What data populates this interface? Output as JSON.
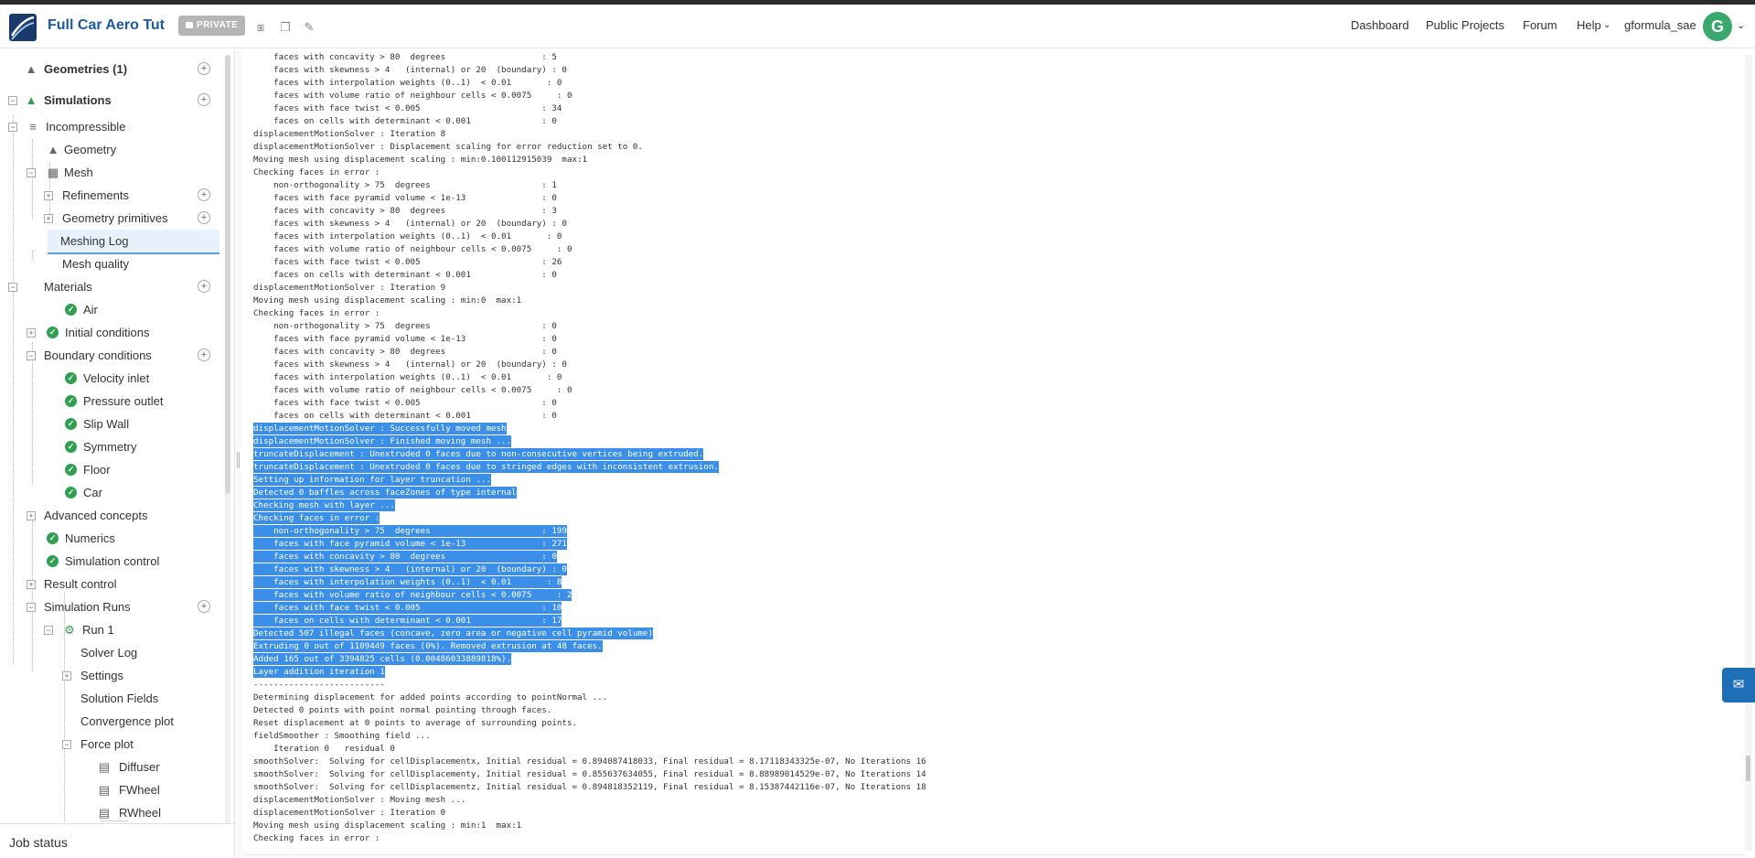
{
  "header": {
    "project_title": "Full Car Aero Tut",
    "privacy_badge": "PRIVATE",
    "nav": [
      "Dashboard",
      "Public Projects",
      "Forum",
      "Help"
    ],
    "username": "gformula_sae",
    "avatar_letter": "G",
    "avatar_color": "#3aa76d"
  },
  "sidebar": {
    "geometries": "Geometries (1)",
    "simulations": "Simulations",
    "incompressible": "Incompressible",
    "geometry": "Geometry",
    "mesh": "Mesh",
    "refinements": "Refinements",
    "geometry_primitives": "Geometry primitives",
    "meshing_log": "Meshing Log",
    "mesh_quality": "Mesh quality",
    "materials": "Materials",
    "air": "Air",
    "initial_conditions": "Initial conditions",
    "boundary_conditions": "Boundary conditions",
    "velocity_inlet": "Velocity inlet",
    "pressure_outlet": "Pressure outlet",
    "slip_wall": "Slip Wall",
    "symmetry": "Symmetry",
    "floor": "Floor",
    "car": "Car",
    "advanced_concepts": "Advanced concepts",
    "numerics": "Numerics",
    "simulation_control": "Simulation control",
    "result_control": "Result control",
    "simulation_runs": "Simulation Runs",
    "run1": "Run 1",
    "solver_log": "Solver Log",
    "settings": "Settings",
    "solution_fields": "Solution Fields",
    "convergence_plot": "Convergence plot",
    "force_plot": "Force plot",
    "diffuser": "Diffuser",
    "fwheel": "FWheel",
    "rwheel": "RWheel"
  },
  "job_status": "Job status",
  "log_lines": [
    "    faces with concavity > 80  degrees                   : 5",
    "    faces with skewness > 4   (internal) or 20  (boundary) : 0",
    "    faces with interpolation weights (0..1)  < 0.01       : 0",
    "    faces with volume ratio of neighbour cells < 0.0075     : 0",
    "    faces with face twist < 0.005                        : 34",
    "    faces on cells with determinant < 0.001              : 0",
    "displacementMotionSolver : Iteration 8",
    "displacementMotionSolver : Displacement scaling for error reduction set to 0.",
    "Moving mesh using displacement scaling : min:0.100112915039  max:1",
    "Checking faces in error :",
    "    non-orthogonality > 75  degrees                      : 1",
    "    faces with face pyramid volume < 1e-13               : 0",
    "    faces with concavity > 80  degrees                   : 3",
    "    faces with skewness > 4   (internal) or 20  (boundary) : 0",
    "    faces with interpolation weights (0..1)  < 0.01       : 0",
    "    faces with volume ratio of neighbour cells < 0.0075     : 0",
    "    faces with face twist < 0.005                        : 26",
    "    faces on cells with determinant < 0.001              : 0",
    "displacementMotionSolver : Iteration 9",
    "Moving mesh using displacement scaling : min:0  max:1",
    "Checking faces in error :",
    "    non-orthogonality > 75  degrees                      : 0",
    "    faces with face pyramid volume < 1e-13               : 0",
    "    faces with concavity > 80  degrees                   : 0",
    "    faces with skewness > 4   (internal) or 20  (boundary) : 0",
    "    faces with interpolation weights (0..1)  < 0.01       : 0",
    "    faces with volume ratio of neighbour cells < 0.0075     : 0",
    "    faces with face twist < 0.005                        : 0",
    "    faces on cells with determinant < 0.001              : 0",
    "displacementMotionSolver : Successfully moved mesh",
    "displacementMotionSolver : Finished moving mesh ...",
    "truncateDisplacement : Unextruded 0 faces due to non-consecutive vertices being extruded.",
    "truncateDisplacement : Unextruded 0 faces due to stringed edges with inconsistent extrusion.",
    "Setting up information for layer truncation ...",
    "Detected 0 baffles across faceZones of type internal",
    "Checking mesh with layer ...",
    "Checking faces in error :",
    "    non-orthogonality > 75  degrees                      : 199",
    "    faces with face pyramid volume < 1e-13               : 271",
    "    faces with concavity > 80  degrees                   : 0",
    "    faces with skewness > 4   (internal) or 20  (boundary) : 0",
    "    faces with interpolation weights (0..1)  < 0.01       : 8",
    "    faces with volume ratio of neighbour cells < 0.0075     : 2",
    "    faces with face twist < 0.005                        : 10",
    "    faces on cells with determinant < 0.001              : 17",
    "Detected 507 illegal faces (concave, zero area or negative cell pyramid volume)",
    "Extruding 0 out of 1109449 faces (0%). Removed extrusion at 48 faces.",
    "Added 165 out of 3394825 cells (0.00486033889818%).",
    "Layer addition iteration 1",
    "--------------------------",
    "Determining displacement for added points according to pointNormal ...",
    "Detected 0 points with point normal pointing through faces.",
    "Reset displacement at 0 points to average of surrounding points.",
    "fieldSmoother : Smoothing field ...",
    "    Iteration 0   residual 0",
    "smoothSolver:  Solving for cellDisplacementx, Initial residual = 0.894087418033, Final residual = 8.17118343325e-07, No Iterations 16",
    "smoothSolver:  Solving for cellDisplacementy, Initial residual = 0.855637634055, Final residual = 8.88989014529e-07, No Iterations 14",
    "smoothSolver:  Solving for cellDisplacementz, Initial residual = 0.894818352119, Final residual = 8.15387442116e-07, No Iterations 18",
    "displacementMotionSolver : Moving mesh ...",
    "displacementMotionSolver : Iteration 0",
    "Moving mesh using displacement scaling : min:1  max:1",
    "Checking faces in error :"
  ],
  "highlight_range": [
    29,
    48
  ],
  "highlight_color": "#3b8fe8"
}
